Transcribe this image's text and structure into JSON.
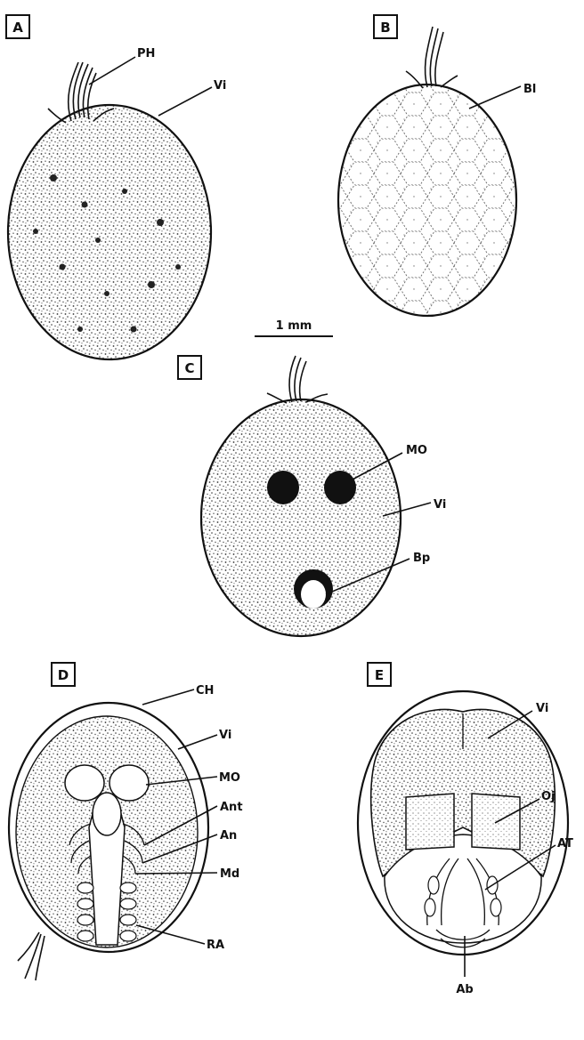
{
  "panels": {
    "a": {
      "letter": "A",
      "labels": {
        "ph": "PH",
        "vi": "Vi"
      }
    },
    "b": {
      "letter": "B",
      "labels": {
        "bl": "Bl"
      }
    },
    "c": {
      "letter": "C",
      "labels": {
        "mo": "MO",
        "vi": "Vi",
        "bp": "Bp"
      }
    },
    "d": {
      "letter": "D",
      "labels": {
        "ch": "CH",
        "vi": "Vi",
        "mo": "MO",
        "ant": "Ant",
        "an": "An",
        "md": "Md",
        "ra": "RA"
      }
    },
    "e": {
      "letter": "E",
      "labels": {
        "vi": "Vi",
        "oj": "Oj",
        "at": "AT",
        "ab": "Ab"
      }
    }
  },
  "scale_bar": {
    "label": "1 mm"
  }
}
